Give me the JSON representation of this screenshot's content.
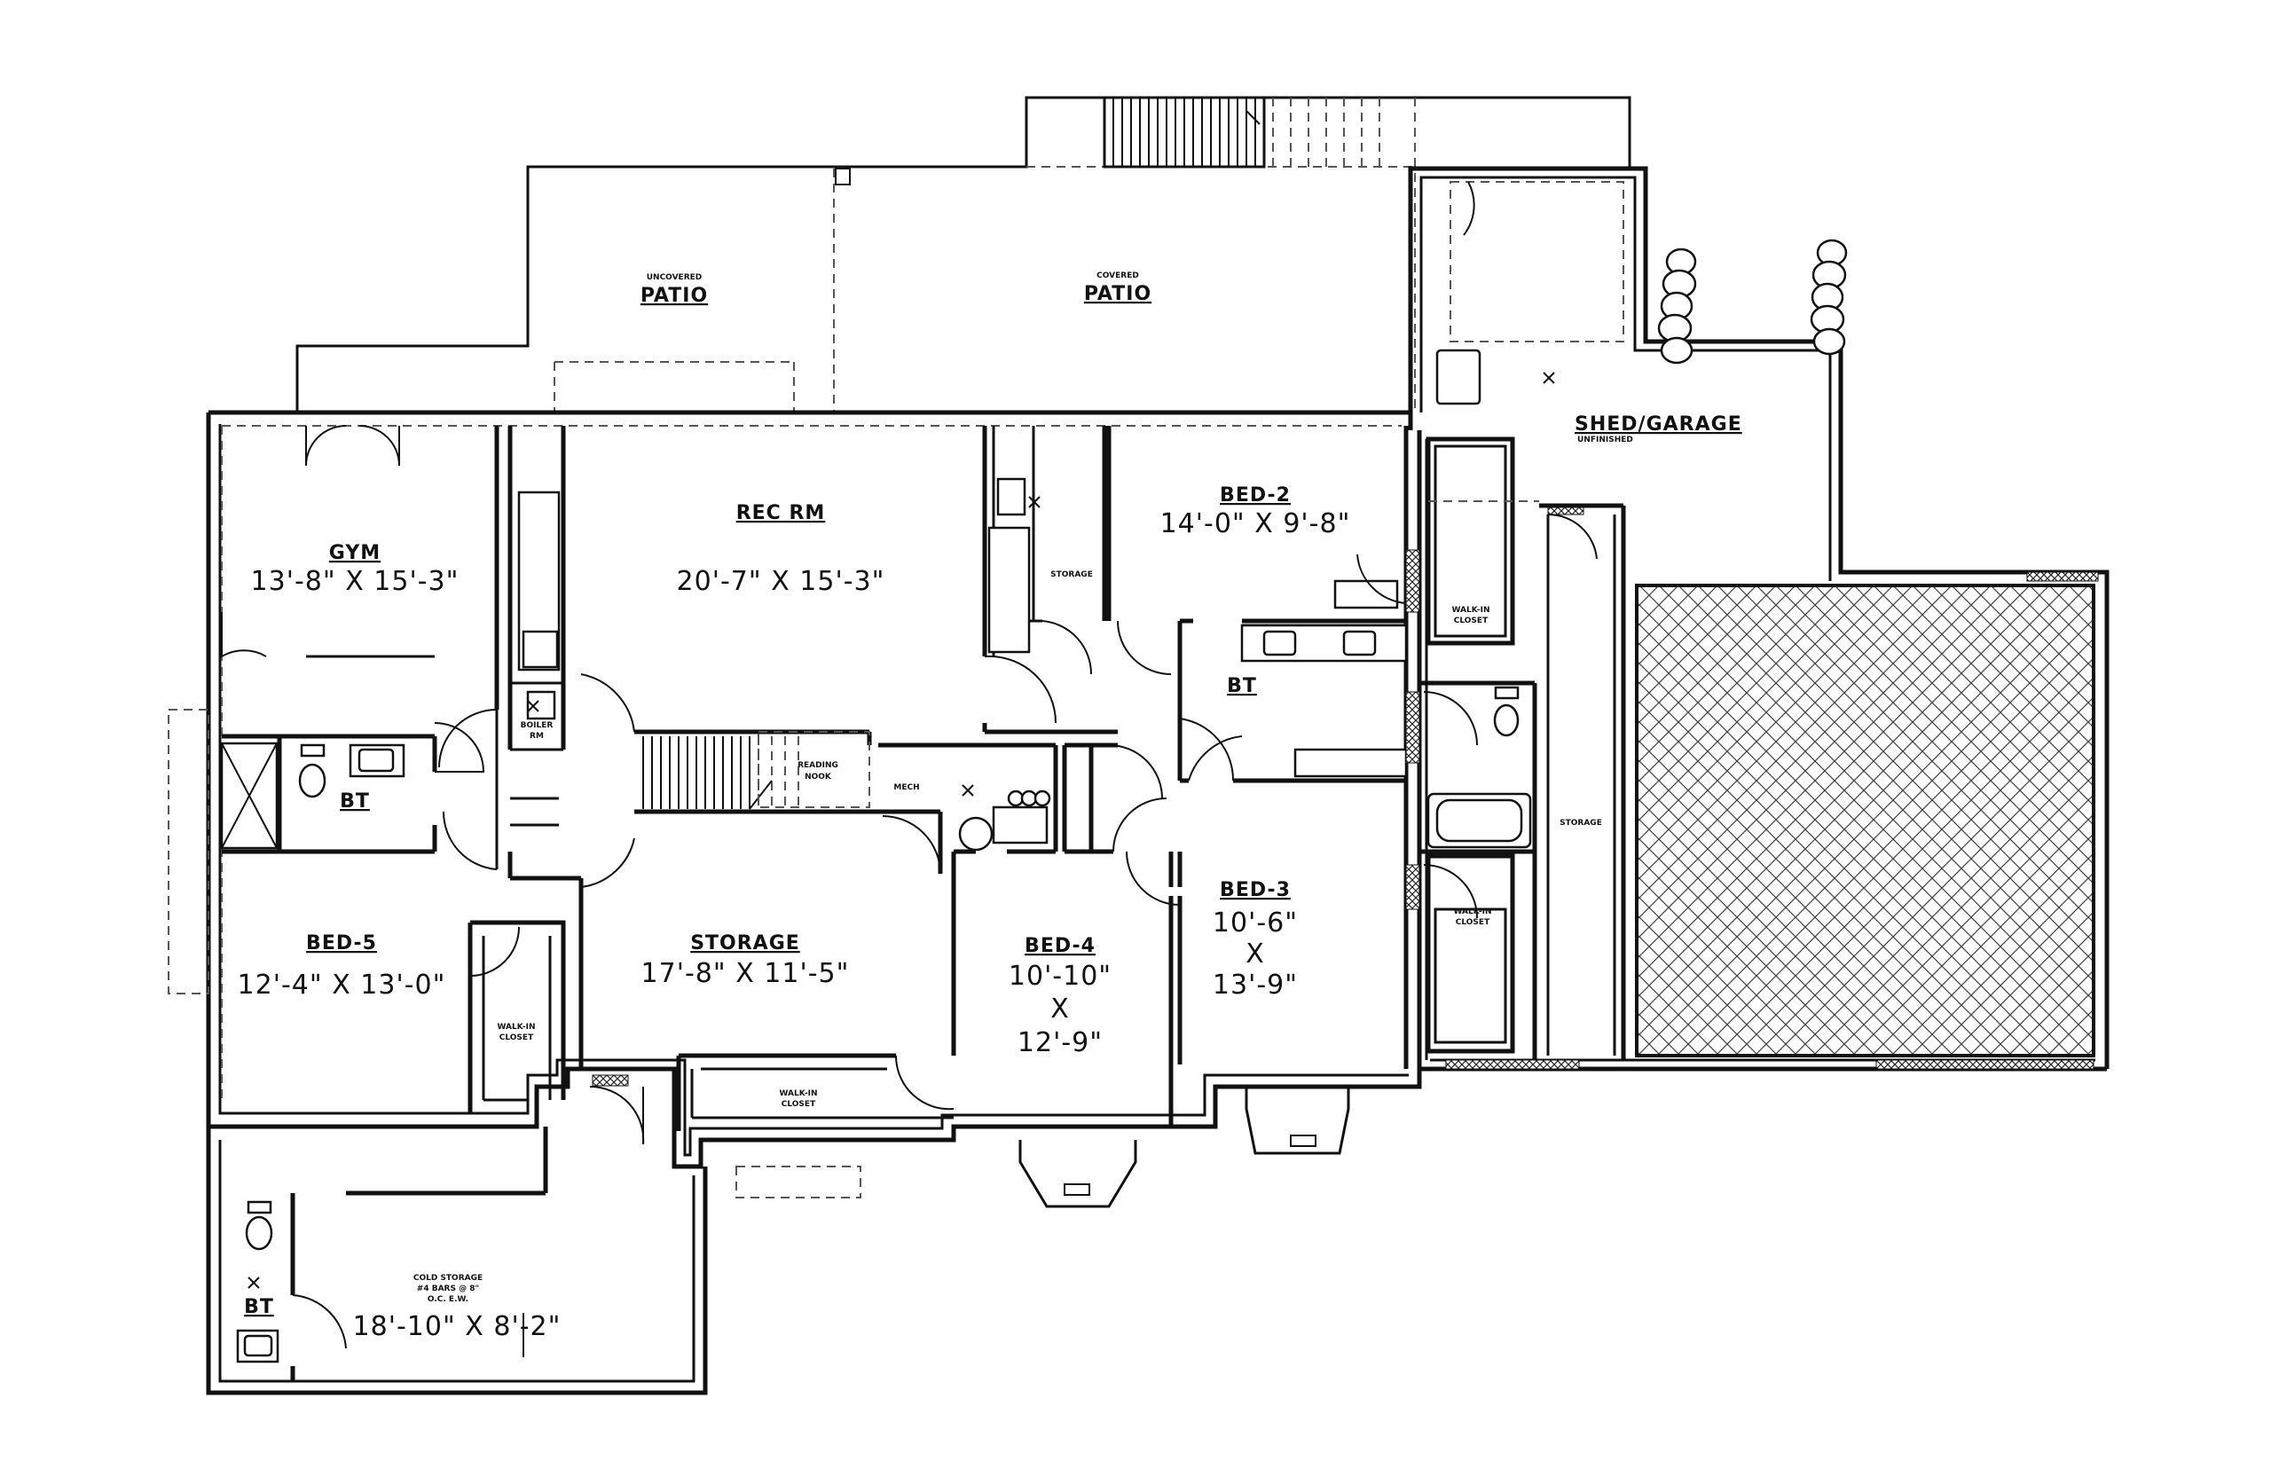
{
  "rooms": {
    "uncovered_patio": {
      "sub": "UNCOVERED",
      "name": "PATIO"
    },
    "covered_patio": {
      "sub": "COVERED",
      "name": "PATIO"
    },
    "shed_garage": {
      "name": "SHED/GARAGE",
      "sub": "UNFINISHED"
    },
    "gym": {
      "name": "GYM",
      "dim": "13'-8\" X 15'-3\""
    },
    "rec_rm": {
      "name": "REC RM",
      "dim": "20'-7\" X 15'-3\""
    },
    "bed2": {
      "name": "BED-2",
      "dim": "14'-0\" X 9'-8\""
    },
    "bed3": {
      "name": "BED-3",
      "dim1": "10'-6\"",
      "x": "X",
      "dim2": "13'-9\""
    },
    "bed4": {
      "name": "BED-4",
      "dim1": "10'-10\"",
      "x": "X",
      "dim2": "12'-9\""
    },
    "bed5": {
      "name": "BED-5",
      "dim": "12'-4\" X 13'-0\""
    },
    "storage_main": {
      "name": "STORAGE",
      "dim": "17'-8\" X 11'-5\""
    },
    "cold_storage": {
      "l1": "COLD STORAGE",
      "l2": "#4 BARS @ 8\"",
      "l3": "O.C. E.W.",
      "dim": "18'-10\" X 8'-2\""
    },
    "bt_left": {
      "name": "BT"
    },
    "bt_mid": {
      "name": "BT"
    },
    "bt_cold": {
      "name": "BT"
    },
    "storage_small": {
      "name": "STORAGE"
    },
    "storage_garage": {
      "name": "STORAGE"
    },
    "boiler_rm": {
      "l1": "BOILER",
      "l2": "RM"
    },
    "reading_nook": {
      "l1": "READING",
      "l2": "NOOK"
    },
    "mech": {
      "name": "MECH"
    },
    "closet_bed2": {
      "l1": "WALK-IN",
      "l2": "CLOSET"
    },
    "closet_bed3": {
      "l1": "WALK-IN",
      "l2": "CLOSET"
    },
    "closet_bed5": {
      "l1": "WALK-IN",
      "l2": "CLOSET"
    },
    "closet_storage": {
      "l1": "WALK-IN",
      "l2": "CLOSET"
    }
  }
}
